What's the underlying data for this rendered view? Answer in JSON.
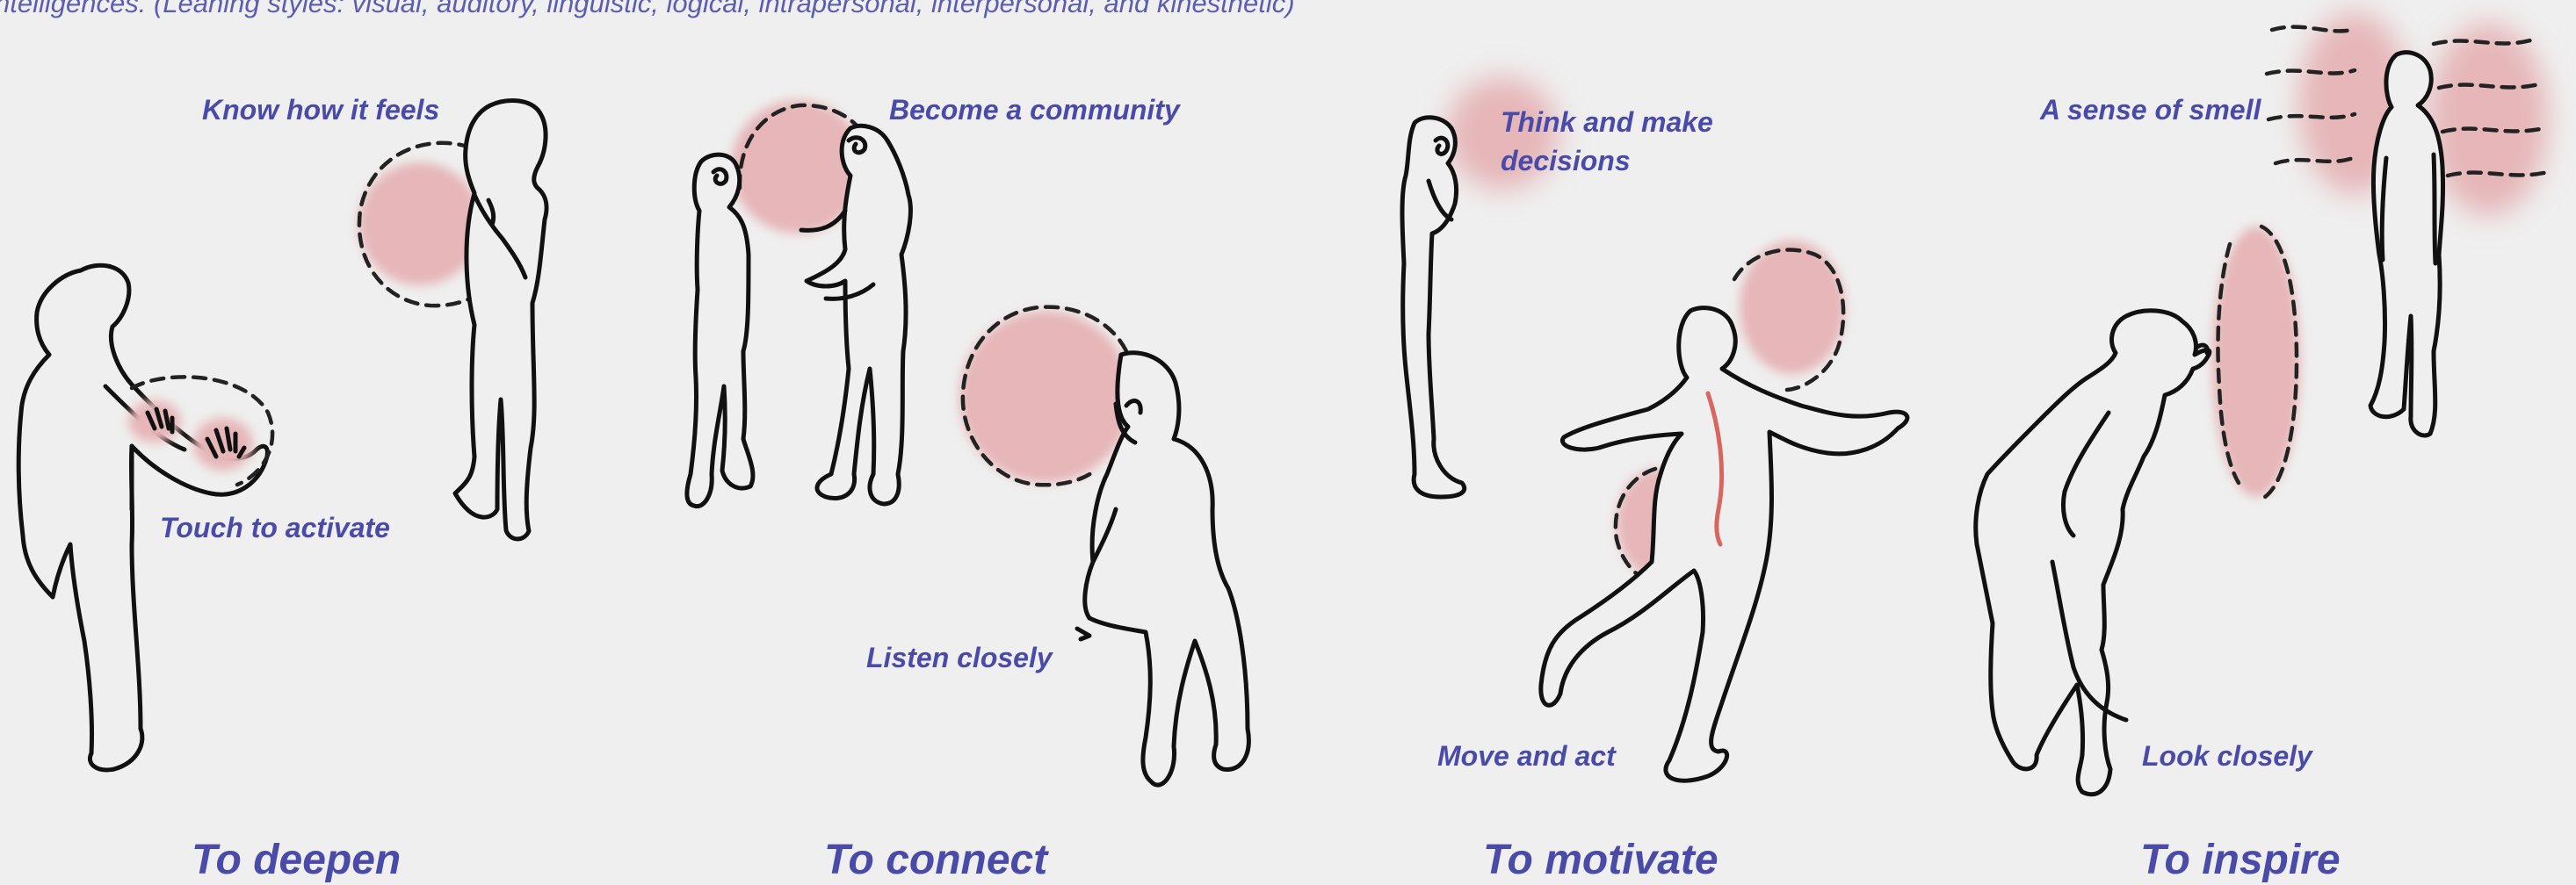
{
  "caption": "ntelligences. (Leaning styles: visual, auditory, linguistic, logical, intrapersonal, interpersonal, and kinesthetic)",
  "panels": [
    {
      "heading": "To deepen",
      "labels": [
        "Know how it feels",
        "Touch to activate"
      ]
    },
    {
      "heading": "To connect",
      "labels": [
        "Become a community",
        "Listen closely"
      ]
    },
    {
      "heading": "To motivate",
      "labels": [
        "Think and make",
        "decisions",
        "Move and act"
      ]
    },
    {
      "heading": "To inspire",
      "labels": [
        "A sense of smell",
        "Look closely"
      ]
    }
  ],
  "colors": {
    "background": "#efefef",
    "text": "#4a4aa8",
    "highlight": "#e6b6b8",
    "spine": "#d9655f",
    "outline": "#111111"
  }
}
